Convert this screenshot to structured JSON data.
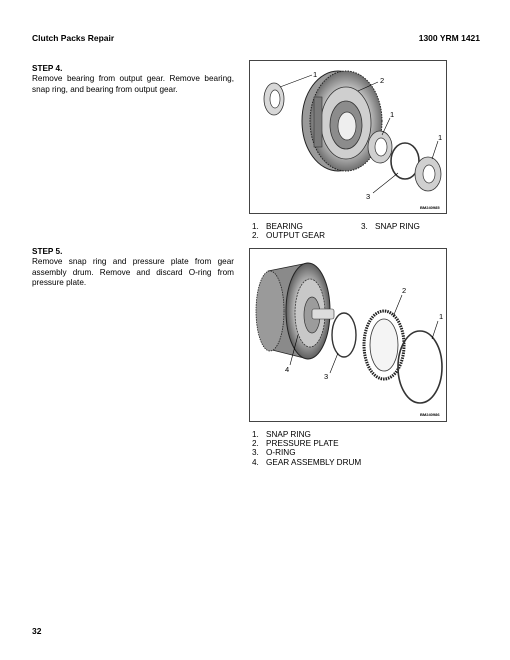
{
  "header": {
    "section_title": "Clutch Packs Repair",
    "doc_code": "1300 YRM 1421"
  },
  "steps": [
    {
      "title": "STEP 4.",
      "body": "Remove bearing from output gear.  Remove bearing, snap ring, and bearing from output gear."
    },
    {
      "title": "STEP 5.",
      "body": "Remove snap ring and pressure plate from gear assembly drum.  Remove and discard O-ring from pressure plate."
    }
  ],
  "figures": [
    {
      "code": "BM240985",
      "callouts": [
        "1",
        "2",
        "1",
        "1",
        "3"
      ],
      "legend": [
        {
          "num": "1.",
          "label": "BEARING"
        },
        {
          "num": "2.",
          "label": "OUTPUT GEAR"
        },
        {
          "num": "3.",
          "label": "SNAP RING"
        }
      ]
    },
    {
      "code": "BM240986",
      "callouts": [
        "2",
        "1",
        "4",
        "3"
      ],
      "legend": [
        {
          "num": "1.",
          "label": "SNAP RING"
        },
        {
          "num": "2.",
          "label": "PRESSURE PLATE"
        },
        {
          "num": "3.",
          "label": "O-RING"
        },
        {
          "num": "4.",
          "label": "GEAR ASSEMBLY DRUM"
        }
      ]
    }
  ],
  "footer": {
    "page_number": "32"
  }
}
